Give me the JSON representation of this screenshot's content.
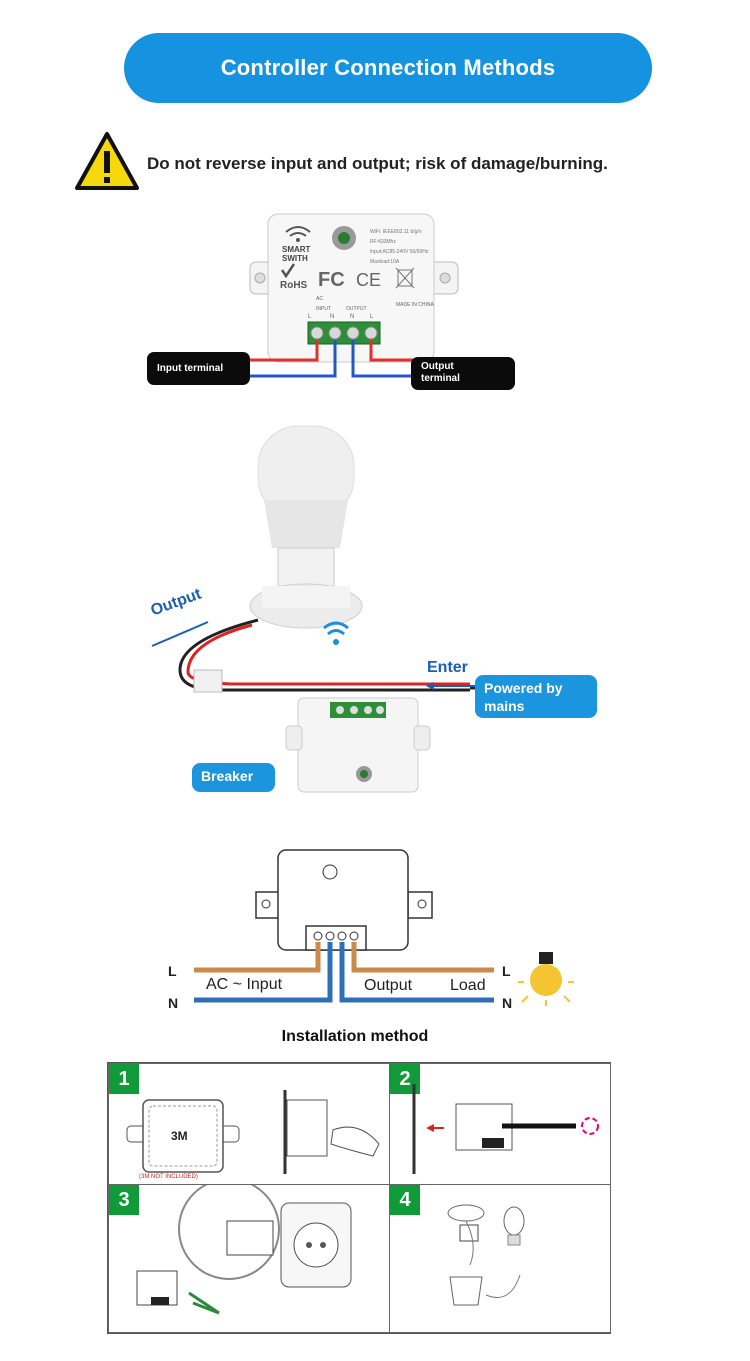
{
  "header": {
    "title": "Controller Connection Methods"
  },
  "warning": {
    "text": "Do not reverse input and output; risk of damage/burning."
  },
  "device": {
    "brand_line1": "SMART",
    "brand_line2": "SWITH",
    "spec1": "WiFi: IEEE802.11 b/g/n",
    "spec2": "RF:433Mhz",
    "spec3": "Input:AC85-240V 50/60Hz",
    "spec4": "Maxload:10A",
    "made_in": "MADE IN CHINA",
    "input_label": "INPUT",
    "output_label": "OUTPUT",
    "ac_label": "AC",
    "pin_l": "L",
    "pin_n": "N",
    "rohs": "RoHS",
    "fcc": "FC",
    "ce": "CE"
  },
  "terminals": {
    "input": "Input terminal",
    "output_line1": "Output",
    "output_line2": "terminal"
  },
  "lamp_photo": {
    "output": "Output",
    "enter": "Enter",
    "powered_line1": "Powered by",
    "powered_line2": "mains",
    "breaker": "Breaker"
  },
  "wiring": {
    "l_left": "L",
    "n_left": "N",
    "l_right": "L",
    "n_right": "N",
    "ac_input": "AC ~ Input",
    "output": "Output",
    "load": "Load"
  },
  "installation": {
    "title": "Installation method",
    "steps": [
      {
        "number": "1",
        "tape": "3M",
        "note": "(3M NOT INCLUDED)"
      },
      {
        "number": "2"
      },
      {
        "number": "3"
      },
      {
        "number": "4"
      }
    ]
  },
  "colors": {
    "accent": "#1593e0",
    "live_wire": "#c98a4a",
    "neutral_wire": "#2f6fb8",
    "step_green": "#119a3a",
    "warning_yellow": "#f5d90a"
  }
}
